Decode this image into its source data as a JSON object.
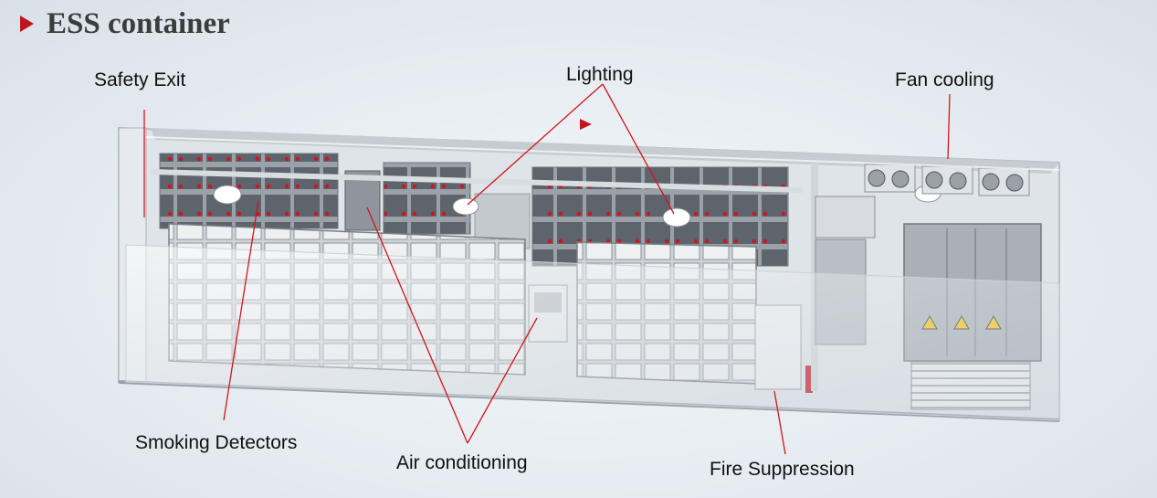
{
  "header": {
    "title": "ESS container"
  },
  "labels": {
    "safety_exit": "Safety Exit",
    "lighting": "Lighting",
    "fan_cooling": "Fan cooling",
    "smoking_detectors": "Smoking Detectors",
    "air_conditioning": "Air conditioning",
    "fire_suppression": "Fire Suppression"
  },
  "colors": {
    "accent": "#c0141e",
    "callout_line": "#d4141e",
    "title_text": "#3c3c3c"
  }
}
